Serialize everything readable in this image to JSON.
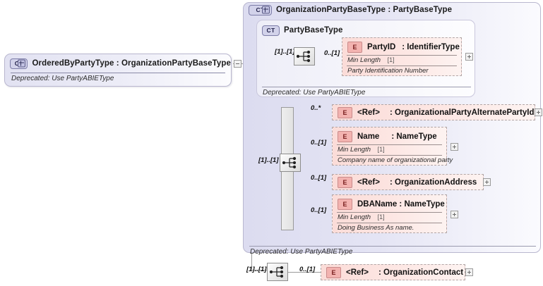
{
  "diagram": {
    "kind": "xml-schema-diagram",
    "root_type": {
      "icon": "complextype-expandable-icon",
      "badge_label": "CT",
      "title": "OrderedByPartyType : OrganizationPartyBaseType",
      "annotation": "Deprecated: Use PartyABIEType",
      "collapse_icon": "minus-box-icon"
    },
    "base_type_container": {
      "icon": "complextype-expandable-icon",
      "badge_label": "CT",
      "title": "OrganizationPartyBaseType : PartyBaseType",
      "annotation": "Deprecated: Use PartyABIEType"
    },
    "party_base_type": {
      "icon": "complextype-icon",
      "badge_label": "CT",
      "title": "PartyBaseType",
      "annotation": "Deprecated: Use PartyABIEType",
      "sequence_icon": "sequence-compositor-icon",
      "sequence_cardinality": "[1]..[1]",
      "elements": [
        {
          "icon": "element-icon",
          "badge_label": "E",
          "name": "PartyID",
          "type": ": IdentifierType",
          "cardinality": "0..[1]",
          "facet_label": "Min Length",
          "facet_value": "[1]",
          "documentation": "Party Identification Number",
          "expand_icon": "plus-box-icon"
        }
      ]
    },
    "organization_sequence": {
      "sequence_icon": "sequence-compositor-icon",
      "sequence_cardinality": "[1]..[1]",
      "group_bar": "model-group-bar",
      "elements": [
        {
          "icon": "element-icon",
          "badge_label": "E",
          "name": "<Ref>",
          "type": ": OrganizationalPartyAlternatePartyId",
          "cardinality": "0..*",
          "facet_label": "",
          "facet_value": "",
          "documentation": "",
          "expand_icon": "plus-box-icon"
        },
        {
          "icon": "element-icon",
          "badge_label": "E",
          "name": "Name",
          "type": ": NameType",
          "cardinality": "0..[1]",
          "facet_label": "Min Length",
          "facet_value": "[1]",
          "documentation": "Company name of organizational party",
          "expand_icon": "plus-box-icon"
        },
        {
          "icon": "element-icon",
          "badge_label": "E",
          "name": "<Ref>",
          "type": ": OrganizationAddress",
          "cardinality": "0..[1]",
          "facet_label": "",
          "facet_value": "",
          "documentation": "",
          "expand_icon": "plus-box-icon"
        },
        {
          "icon": "element-icon",
          "badge_label": "E",
          "name": "DBAName : NameType",
          "type": "",
          "cardinality": "0..[1]",
          "facet_label": "Min Length",
          "facet_value": "[1]",
          "documentation": "Doing Business As name.",
          "expand_icon": "plus-box-icon"
        }
      ]
    },
    "contact_sequence": {
      "sequence_icon": "sequence-compositor-icon",
      "sequence_cardinality": "[1]..[1]",
      "element": {
        "icon": "element-icon",
        "badge_label": "E",
        "name": "<Ref>",
        "type": ": OrganizationContact",
        "cardinality": "0..[1]",
        "expand_icon": "plus-box-icon"
      }
    }
  }
}
